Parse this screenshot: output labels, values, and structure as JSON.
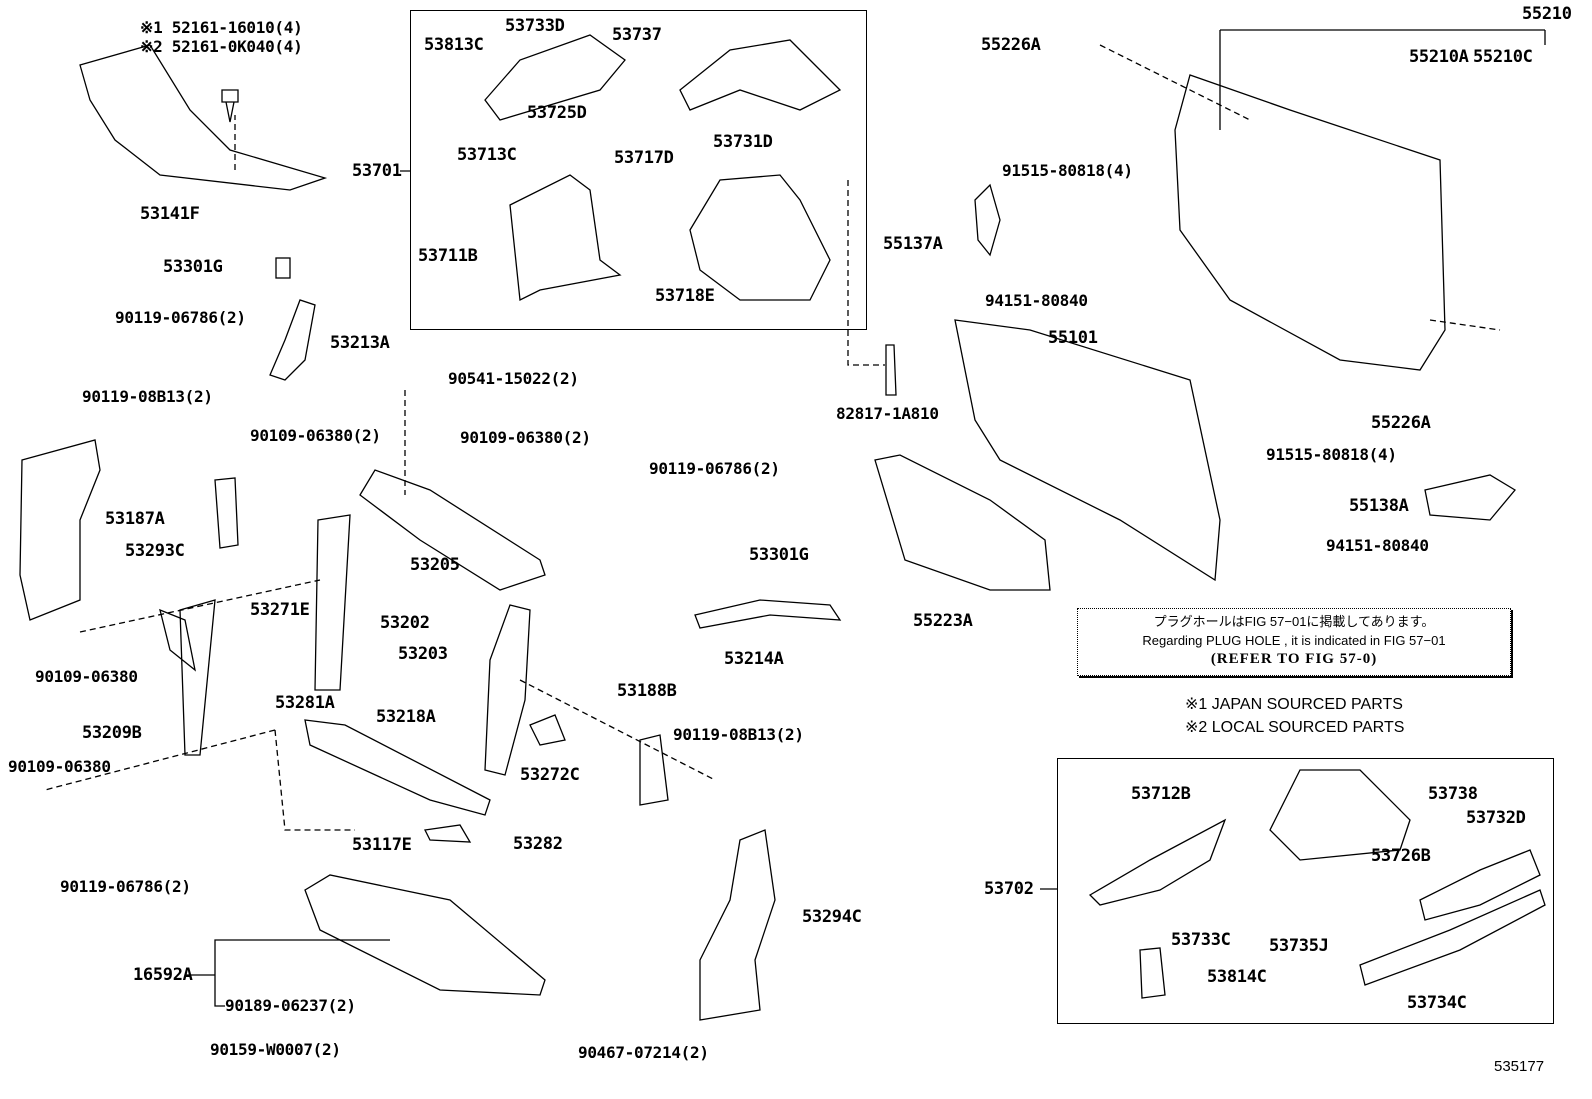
{
  "labels": [
    "※1 52161-16010(4)",
    "※2 52161-0K040(4)",
    "53141F",
    "53301G",
    "90119-06786(2)",
    "53213A",
    "90119-08B13(2)",
    "90541-15022(2)",
    "90109-06380(2)",
    "90109-06380(2)",
    "53187A",
    "53293C",
    "53271E",
    "53205",
    "53202",
    "90109-06380",
    "53203",
    "53209B",
    "53281A",
    "53218A",
    "90109-06380",
    "53272C",
    "53188B",
    "90119-08B13(2)",
    "53117E",
    "53282",
    "90119-06786(2)",
    "16592A",
    "90189-06237(2)",
    "90159-W0007(2)",
    "90467-07214(2)",
    "53294C",
    "90119-06786(2)",
    "53301G",
    "53214A",
    "53701",
    "53813C",
    "53733D",
    "53737",
    "53725D",
    "53731D",
    "53713C",
    "53717D",
    "53711B",
    "53718E",
    "82817-1A810",
    "55226A",
    "55210",
    "55210A",
    "55210C",
    "91515-80818(4)",
    "55137A",
    "94151-80840",
    "55101",
    "55226A",
    "91515-80818(4)",
    "55138A",
    "94151-80840",
    "55223A",
    "53702",
    "53712B",
    "53738",
    "53732D",
    "53726B",
    "53733C",
    "53735J",
    "53814C",
    "53734C"
  ],
  "note": {
    "line_jp": "プラグホールはFIG 57−01に掲載してあります。",
    "line_en": "Regarding PLUG HOLE , it is indicated in FIG 57−01",
    "line_ref": "(REFER TO FIG 57-0)"
  },
  "legend": [
    "※1  JAPAN SOURCED PARTS",
    "※2  LOCAL SOURCED PARTS"
  ],
  "figure_number": "535177"
}
